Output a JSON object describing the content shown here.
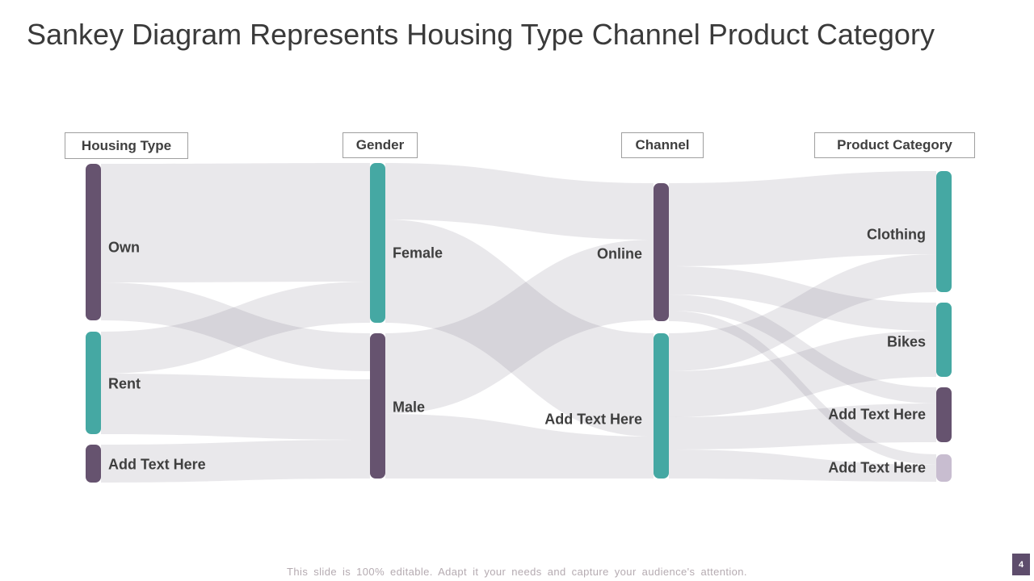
{
  "slide": {
    "title": "Sankey Diagram Represents Housing Type Channel Product Category",
    "footer": "This slide is 100% editable. Adapt it your needs and capture your audience's attention.",
    "page_number": "4"
  },
  "colors": {
    "teal": "#45a8a3",
    "purple": "#66536f",
    "lavender": "#c8bdd0",
    "flow": "#6b6877",
    "label_text": "#3f3f3f",
    "header_border": "#9f9f9f",
    "footer_text": "#b5abb1",
    "page_badge_bg": "#5e4d6c",
    "title_text": "#3a3a3a"
  },
  "chart_data": {
    "type": "sankey",
    "title": "Sankey Diagram Represents Housing Type Channel Product Category",
    "legend_position": "none",
    "grid": false,
    "columns": [
      {
        "header": "Housing Type",
        "nodes": [
          {
            "label": "Own",
            "color": "purple"
          },
          {
            "label": "Rent",
            "color": "teal"
          },
          {
            "label": "Add Text Here",
            "color": "purple"
          }
        ]
      },
      {
        "header": "Gender",
        "nodes": [
          {
            "label": "Female",
            "color": "teal"
          },
          {
            "label": "Male",
            "color": "purple"
          }
        ]
      },
      {
        "header": "Channel",
        "nodes": [
          {
            "label": "Online",
            "color": "purple"
          },
          {
            "label": "Add Text Here",
            "color": "teal"
          }
        ]
      },
      {
        "header": "Product Category",
        "nodes": [
          {
            "label": "Clothing",
            "color": "teal"
          },
          {
            "label": "Bikes",
            "color": "teal"
          },
          {
            "label": "Add Text Here",
            "color": "purple"
          },
          {
            "label": "Add Text Here",
            "color": "lavender"
          }
        ]
      }
    ],
    "links": [
      {
        "source": [
          0,
          0
        ],
        "target": [
          1,
          0
        ],
        "source_label": "Own",
        "target_label": "Female"
      },
      {
        "source": [
          0,
          0
        ],
        "target": [
          1,
          1
        ],
        "source_label": "Own",
        "target_label": "Male"
      },
      {
        "source": [
          0,
          1
        ],
        "target": [
          1,
          0
        ],
        "source_label": "Rent",
        "target_label": "Female"
      },
      {
        "source": [
          0,
          1
        ],
        "target": [
          1,
          1
        ],
        "source_label": "Rent",
        "target_label": "Male"
      },
      {
        "source": [
          0,
          2
        ],
        "target": [
          1,
          1
        ],
        "source_label": "Add Text Here",
        "target_label": "Male"
      },
      {
        "source": [
          1,
          0
        ],
        "target": [
          2,
          0
        ],
        "source_label": "Female",
        "target_label": "Online"
      },
      {
        "source": [
          1,
          0
        ],
        "target": [
          2,
          1
        ],
        "source_label": "Female",
        "target_label": "Add Text Here"
      },
      {
        "source": [
          1,
          1
        ],
        "target": [
          2,
          0
        ],
        "source_label": "Male",
        "target_label": "Online"
      },
      {
        "source": [
          1,
          1
        ],
        "target": [
          2,
          1
        ],
        "source_label": "Male",
        "target_label": "Add Text Here"
      },
      {
        "source": [
          2,
          0
        ],
        "target": [
          3,
          0
        ],
        "source_label": "Online",
        "target_label": "Clothing"
      },
      {
        "source": [
          2,
          0
        ],
        "target": [
          3,
          1
        ],
        "source_label": "Online",
        "target_label": "Bikes"
      },
      {
        "source": [
          2,
          0
        ],
        "target": [
          3,
          2
        ],
        "source_label": "Online",
        "target_label": "Add Text Here"
      },
      {
        "source": [
          2,
          0
        ],
        "target": [
          3,
          3
        ],
        "source_label": "Online",
        "target_label": "Add Text Here"
      },
      {
        "source": [
          2,
          1
        ],
        "target": [
          3,
          0
        ],
        "source_label": "Add Text Here",
        "target_label": "Clothing"
      },
      {
        "source": [
          2,
          1
        ],
        "target": [
          3,
          1
        ],
        "source_label": "Add Text Here",
        "target_label": "Bikes"
      },
      {
        "source": [
          2,
          1
        ],
        "target": [
          3,
          2
        ],
        "source_label": "Add Text Here",
        "target_label": "Add Text Here"
      },
      {
        "source": [
          2,
          1
        ],
        "target": [
          3,
          3
        ],
        "source_label": "Add Text Here",
        "target_label": "Add Text Here"
      }
    ]
  }
}
